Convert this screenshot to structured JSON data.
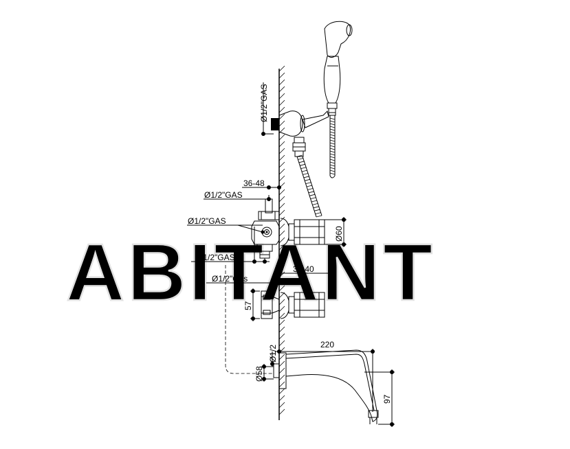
{
  "watermark": "ABITANT",
  "labels": {
    "shower_outlet": "Ø1/2\"GAS",
    "range_upper": "36-48",
    "inlet_top": "Ø1/2\"GAS",
    "inlet_side": "Ø1/2\"GAS",
    "inlet_bottom": "Ø1/2\"GAS",
    "range_lower": "30-40",
    "inlet_gas_lower": "Ø1/2\"Gas",
    "rosette_diameter": "Ø60",
    "valve_height": "57",
    "spout_length": "220",
    "spout_thread": "Ø1/2",
    "spout_rosette": "Ø58",
    "spout_drop": "97"
  }
}
